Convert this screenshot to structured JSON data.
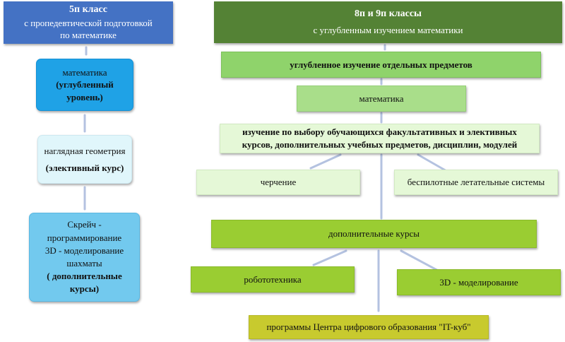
{
  "colors": {
    "grade5_header": "#4472c4",
    "grade89_header": "#548235",
    "connector": "#b4c2e0"
  },
  "left": {
    "header": {
      "line1": "5п класс",
      "line2": "с пропедевтической подготовкой",
      "line3": "по математике"
    },
    "math": {
      "line1": "математика",
      "line2": "(углубленный",
      "line3": "уровень)"
    },
    "geometry": {
      "line1": "наглядная геометрия",
      "line2": "(элективный курс)"
    },
    "extras": {
      "line1": "Скрейч -",
      "line2": "программирование",
      "line3": "3D - моделирование",
      "line4": "шахматы",
      "line5": "( дополнительные",
      "line6": "курсы)"
    }
  },
  "right": {
    "header": {
      "line1": "8п и 9п классы",
      "line2": "с углубленным изучением математики"
    },
    "deep_study": "углубленное изучение отдельных предметов",
    "math": "математика",
    "choice": {
      "line1": "изучение по выбору обучающихся факультативных и элективных",
      "line2": "курсов, дополнительных учебных предметов, дисциплин, модулей"
    },
    "drawing": "черчение",
    "uav": "беспилотные летательные системы",
    "extra_courses": "дополнительные курсы",
    "robotics": "робототехника",
    "modeling_3d": "3D - моделирование",
    "it_cube": "программы Центра цифрового образования \"IT-куб\""
  }
}
